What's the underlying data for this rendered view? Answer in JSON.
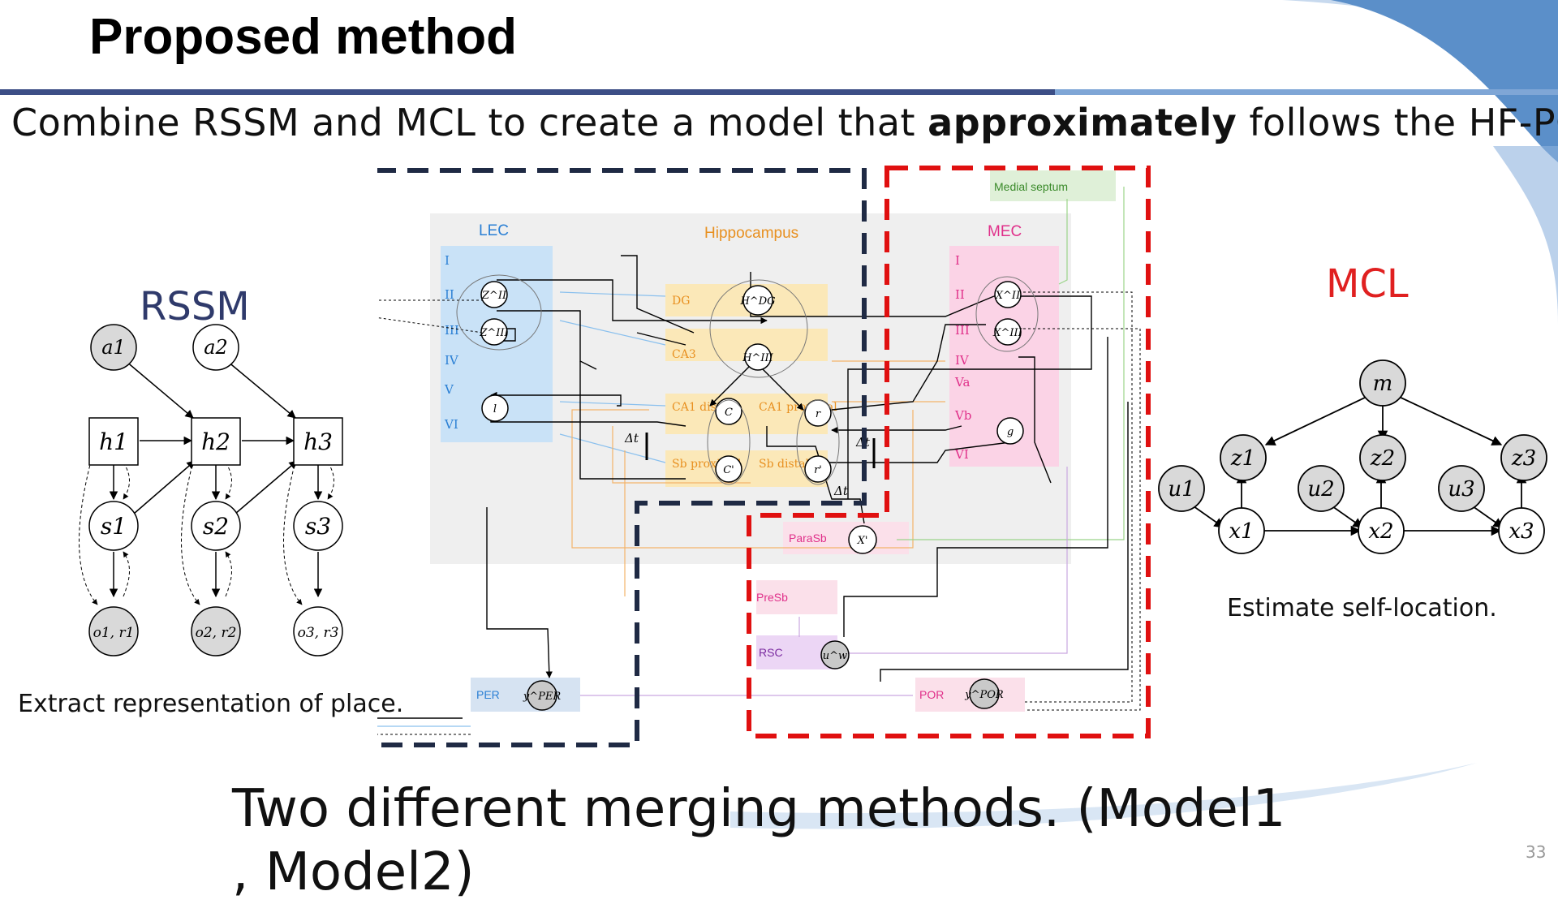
{
  "slide": {
    "title": "Proposed method",
    "subtitle_pre": "Combine RSSM and MCL to create a model that ",
    "subtitle_bold": "approximately",
    "subtitle_post": " follows the HF-PGM.",
    "footer": "Two different merging methods. (Model1 , Model2)",
    "page_number": "33"
  },
  "colors": {
    "accent_blue": "#5b8fc9",
    "rssm_box": "#1f2a44",
    "mcl_box": "#e01010",
    "rssm_label": "#2f3a6b",
    "mcl_label": "#e02020"
  },
  "rssm": {
    "label": "RSSM",
    "caption": "Extract representation of place.",
    "actions": [
      "a1",
      "a2"
    ],
    "hidden": [
      "h1",
      "h2",
      "h3"
    ],
    "states": [
      "s1",
      "s2",
      "s3"
    ],
    "observations": [
      "o1, r1",
      "o2, r2",
      "o3, r3"
    ]
  },
  "mcl": {
    "label": "MCL",
    "caption": "Estimate self-location.",
    "map": "m",
    "observations": [
      "z1",
      "z2",
      "z3"
    ],
    "controls": [
      "u1",
      "u2",
      "u3"
    ],
    "poses": [
      "x1",
      "x2",
      "x3"
    ]
  },
  "hf_pgm": {
    "region_labels": {
      "lec": "LEC",
      "hippocampus": "Hippocampus",
      "mec": "MEC",
      "medial_septum": "Medial septum"
    },
    "lec_layers": [
      "I",
      "II",
      "III",
      "IV",
      "V",
      "VI"
    ],
    "mec_layers": [
      "I",
      "II",
      "III",
      "IV",
      "Va",
      "Vb",
      "VI"
    ],
    "hippo_areas": [
      "DG",
      "CA3",
      "CA1 distal",
      "CA1 proximal",
      "Sb proximal",
      "Sb distal"
    ],
    "lower_areas": [
      "ParaSb",
      "PreSb",
      "RSC",
      "PER",
      "POR"
    ],
    "nodes": [
      "Z^II",
      "Z^III",
      "l",
      "H^DG",
      "H^III",
      "C",
      "r",
      "C'",
      "r'",
      "X^II",
      "X^III",
      "g",
      "X'",
      "u^w",
      "y^PER",
      "y^POR"
    ],
    "delta_t": "Δt"
  }
}
